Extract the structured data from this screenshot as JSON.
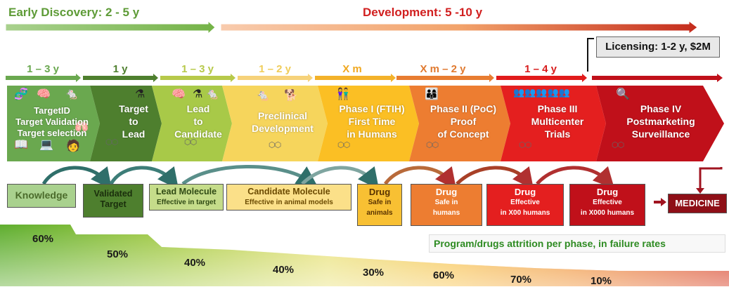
{
  "header": {
    "early_discovery": "Early Discovery: 2 - 5 y",
    "development": "Development: 5 -10 y",
    "licensing": "Licensing: 1-2 y, $2M"
  },
  "durations": [
    "1 – 3 y",
    "1 y",
    "1 – 3 y",
    "1 – 2 y",
    "X m",
    "X m – 2 y",
    "1 – 4 y"
  ],
  "stages": [
    {
      "l1": "TargetID",
      "l2": "Target Validation",
      "l3": "Target selection"
    },
    {
      "l1": "Target",
      "l2": "to",
      "l3": "Lead"
    },
    {
      "l1": "Lead",
      "l2": "to",
      "l3": "Candidate"
    },
    {
      "l1": "Preclinical",
      "l2": "Development",
      "l3": ""
    },
    {
      "l1": "Phase I (FTIH)",
      "l2": "First Time",
      "l3": "in Humans"
    },
    {
      "l1": "Phase II (PoC)",
      "l2": "Proof",
      "l3": "of Concept"
    },
    {
      "l1": "Phase III",
      "l2": "Multicenter",
      "l3": "Trials"
    },
    {
      "l1": "Phase IV",
      "l2": "Postmarketing",
      "l3": "Surveillance"
    }
  ],
  "outputs": {
    "knowledge": "Knowledge",
    "validated_1": "Validated",
    "validated_2": "Target",
    "lead_t": "Lead Molecule",
    "lead_s": "Effective in target",
    "cand_t": "Candidate Molecule",
    "cand_s": "Effective in animal models",
    "drug1_t": "Drug",
    "drug1_s1": "Safe in",
    "drug1_s2": "animals",
    "drug2_t": "Drug",
    "drug2_s1": "Safe in",
    "drug2_s2": "humans",
    "drug3_t": "Drug",
    "drug3_s1": "Effective",
    "drug3_s2": "in X00 humans",
    "drug4_t": "Drug",
    "drug4_s1": "Effective",
    "drug4_s2": "in X000 humans",
    "medicine": "MEDICINE"
  },
  "attrition": {
    "label": "Program/drugs attrition per phase, in failure rates",
    "rates": [
      "60%",
      "50%",
      "40%",
      "40%",
      "30%",
      "60%",
      "70%",
      "10%"
    ]
  },
  "icons": [
    "dna-icon",
    "brain-icon",
    "mouse-icon",
    "book-icon",
    "laptop-icon",
    "scientist-icon",
    "lungs-icon",
    "flask-icon",
    "dog-icon",
    "person-icon",
    "magnifier-icon",
    "molecule-icon"
  ],
  "colors": {
    "stage": [
      "#6aa84f",
      "#4e7f2e",
      "#a8c948",
      "#f6d55c",
      "#fbbf24",
      "#ed7d31",
      "#e41f1f",
      "#c0101a"
    ],
    "early_arrow": "#74b347",
    "dev_arrow": "#c42b1c"
  }
}
